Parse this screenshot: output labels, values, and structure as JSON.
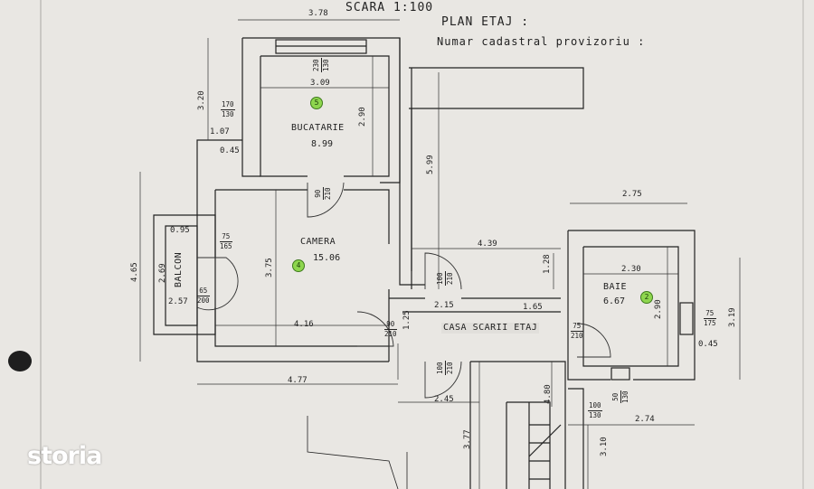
{
  "header": {
    "scale": "SCARA 1:100",
    "plan_title": "PLAN ETAJ :",
    "cadastral": "Numar cadastral provizoriu :"
  },
  "rooms": [
    {
      "name": "BUCATARIE",
      "area": "8.99",
      "badge": "5"
    },
    {
      "name": "CAMERA",
      "area": "15.06",
      "badge": "4"
    },
    {
      "name": "BAIE",
      "area": "6.67",
      "badge": "2"
    },
    {
      "name": "CASA SCARII ETAJ"
    },
    {
      "name": "BALCON"
    }
  ],
  "dimensions": {
    "top_width": "3.78",
    "kitchen_width": "3.09",
    "kitchen_depth": "2.90",
    "left_height": "3.20",
    "step_a": "1.07",
    "step_b": "0.45",
    "corridor": "5.99",
    "outer_left": "4.65",
    "balcony_width": "0.95",
    "balcony_length": "2.69",
    "balcony_b": "2.57",
    "camera_depth": "3.75",
    "camera_width": "4.16",
    "bottom_width": "4.77",
    "mid_span": "4.39",
    "stair_a": "1.28",
    "stair_b": "2.15",
    "stair_c": "1.65",
    "stair_d": "1.25",
    "stair_e": "2.45",
    "stair_f": "3.77",
    "stair_g": "4.80",
    "stair_h": "3.10",
    "bath_outer": "2.75",
    "bath_inner": "2.30",
    "bath_depth": "2.90",
    "bath_right": "3.19",
    "bath_step": "0.45",
    "bath_bottom": "2.74"
  },
  "openings": {
    "k_window": [
      "230",
      "130"
    ],
    "k_window2": [
      "170",
      "130"
    ],
    "k_door": [
      "90",
      "210"
    ],
    "c_window": [
      "75",
      "165"
    ],
    "c_door": [
      "65",
      "200"
    ],
    "c_door2": [
      "90",
      "210"
    ],
    "s_door": [
      "100",
      "210"
    ],
    "s_door2": [
      "100",
      "210"
    ],
    "b_door": [
      "75",
      "210"
    ],
    "b_window": [
      "75",
      "175"
    ],
    "b_win2": [
      "50",
      "130"
    ],
    "b_win3": [
      "100",
      "130"
    ]
  },
  "brand": {
    "logo": "storia"
  }
}
